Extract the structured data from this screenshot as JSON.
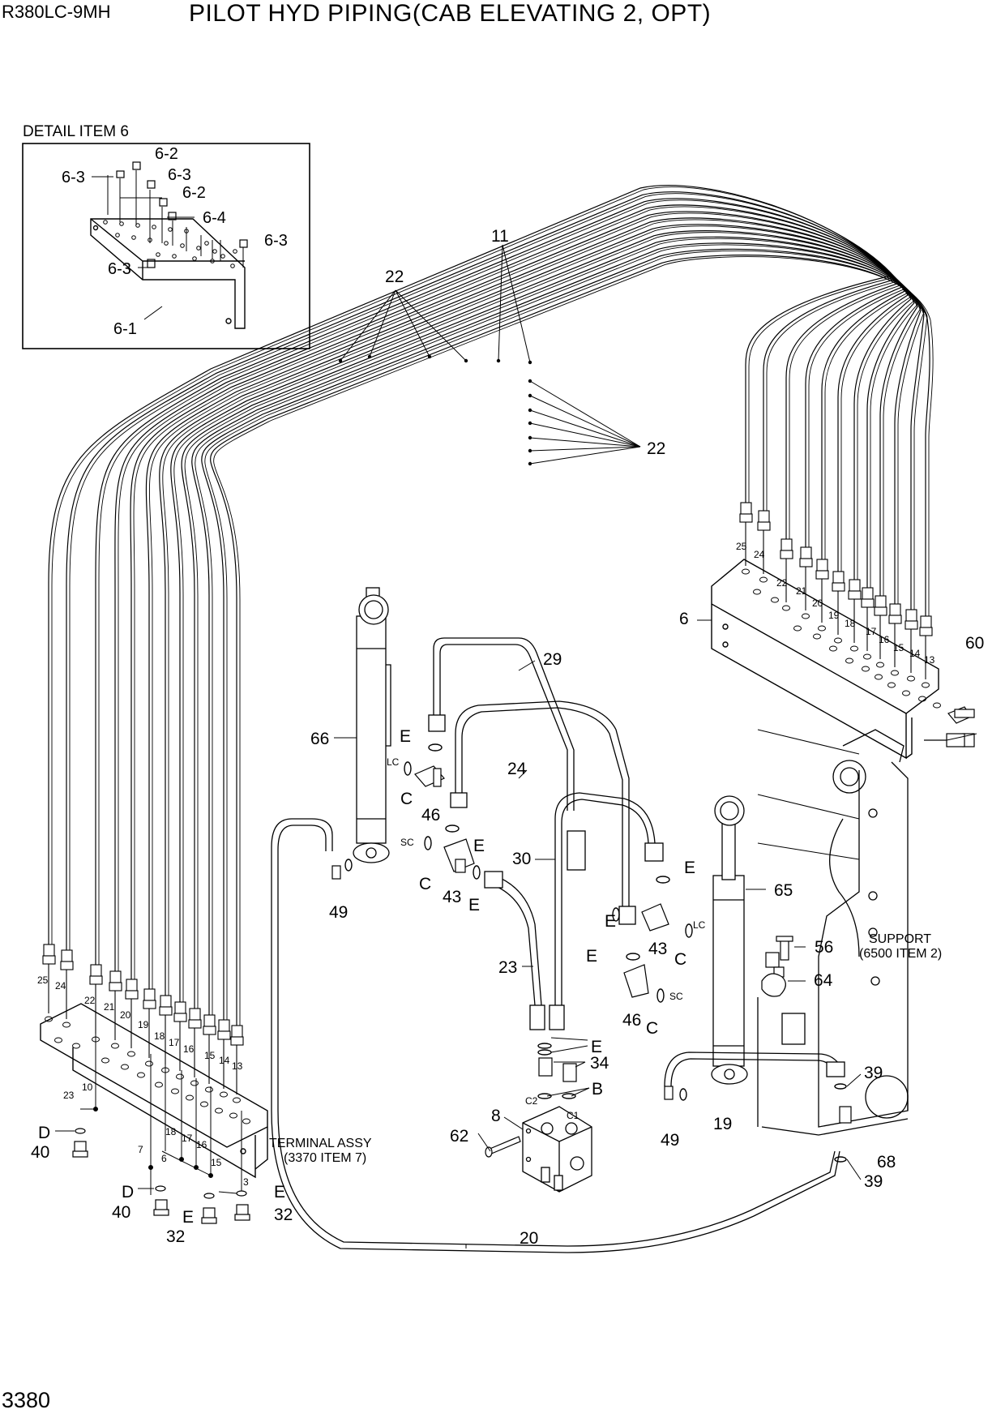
{
  "header": {
    "model": "R380LC-9MH",
    "title": "PILOT HYD PIPING(CAB ELEVATING 2, OPT)"
  },
  "footer": {
    "page_number": "3380"
  },
  "detail": {
    "title": "DETAIL ITEM 6",
    "labels": [
      "6-3",
      "6-2",
      "6-3",
      "6-2",
      "6-4",
      "6-3",
      "6-3",
      "6-1"
    ]
  },
  "callouts": {
    "c22a": "22",
    "c11": "11",
    "c22b": "22",
    "c29": "29",
    "c24": "24",
    "c66": "66",
    "c46a": "46",
    "c30": "30",
    "c43a": "43",
    "c49a": "49",
    "c23": "23",
    "c65": "65",
    "c43b": "43",
    "c46b": "46",
    "c56": "56",
    "c64": "64",
    "c6": "6",
    "c60": "60",
    "c19": "19",
    "c49b": "49",
    "c8": "8",
    "c62": "62",
    "c34": "34",
    "c39a": "39",
    "c39b": "39",
    "c68": "68",
    "c20": "20",
    "c40a": "40",
    "c40b": "40",
    "c32a": "32",
    "c32b": "32",
    "cEa": "E",
    "cEb": "E",
    "cEc": "E",
    "cEd": "E",
    "cEe": "E",
    "cEf": "E",
    "cEg": "E",
    "cEh": "E",
    "cCa": "C",
    "cCb": "C",
    "cCc": "C",
    "cCd": "C",
    "cB": "B",
    "cDa": "D",
    "cDb": "D",
    "port_lc1": "LC",
    "port_sc1": "SC",
    "port_lc2": "LC",
    "port_sc2": "SC",
    "port_c2": "C2",
    "port_c1": "C1"
  },
  "upper_block_numbers": [
    "25",
    "24",
    "22",
    "21",
    "20",
    "19",
    "18",
    "17",
    "16",
    "15",
    "14",
    "13"
  ],
  "lower_block_numbers": [
    "25",
    "24",
    "22",
    "21",
    "20",
    "19",
    "18",
    "17",
    "16",
    "15",
    "14",
    "13"
  ],
  "terminal_numbers": [
    "23",
    "10",
    "7",
    "6",
    "18",
    "17",
    "16",
    "15",
    "3"
  ],
  "notes": {
    "terminal_assy_1": "TERMINAL ASSY",
    "terminal_assy_2": "(3370 ITEM 7)",
    "support_1": "SUPPORT",
    "support_2": "(6500 ITEM 2)"
  }
}
